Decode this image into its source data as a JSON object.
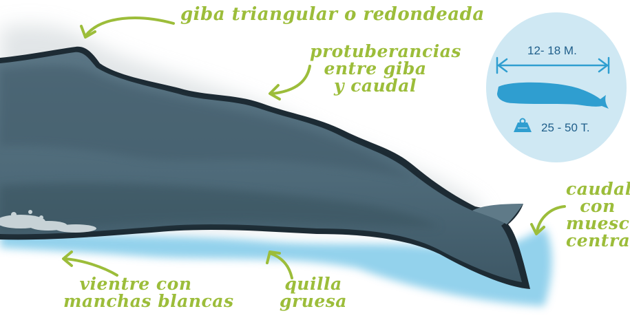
{
  "labels": {
    "giba": "giba triangular o redondeada",
    "protuberancias": [
      "protuberancias",
      "entre giba",
      "y caudal"
    ],
    "caudal": [
      "caudal",
      "con",
      "muesca",
      "central"
    ],
    "vientre": [
      "vientre con",
      "manchas blancas"
    ],
    "quilla": [
      "quilla",
      "gruesa"
    ]
  },
  "info": {
    "length": "12- 18 M.",
    "weight": "25 - 50 T."
  },
  "icons": {
    "length_arrow": "double-arrow-icon",
    "whale": "whale-silhouette-icon",
    "weight": "weight-icon"
  },
  "colors": {
    "label_green": "#9cbd3a",
    "whale_body": "#4d6878",
    "whale_outline": "#1d2b34",
    "water_blue": "#6fc3e6",
    "circle_bg": "#cfe8f3",
    "info_blue": "#1f5e8a",
    "info_whale": "#2f9ed0"
  }
}
